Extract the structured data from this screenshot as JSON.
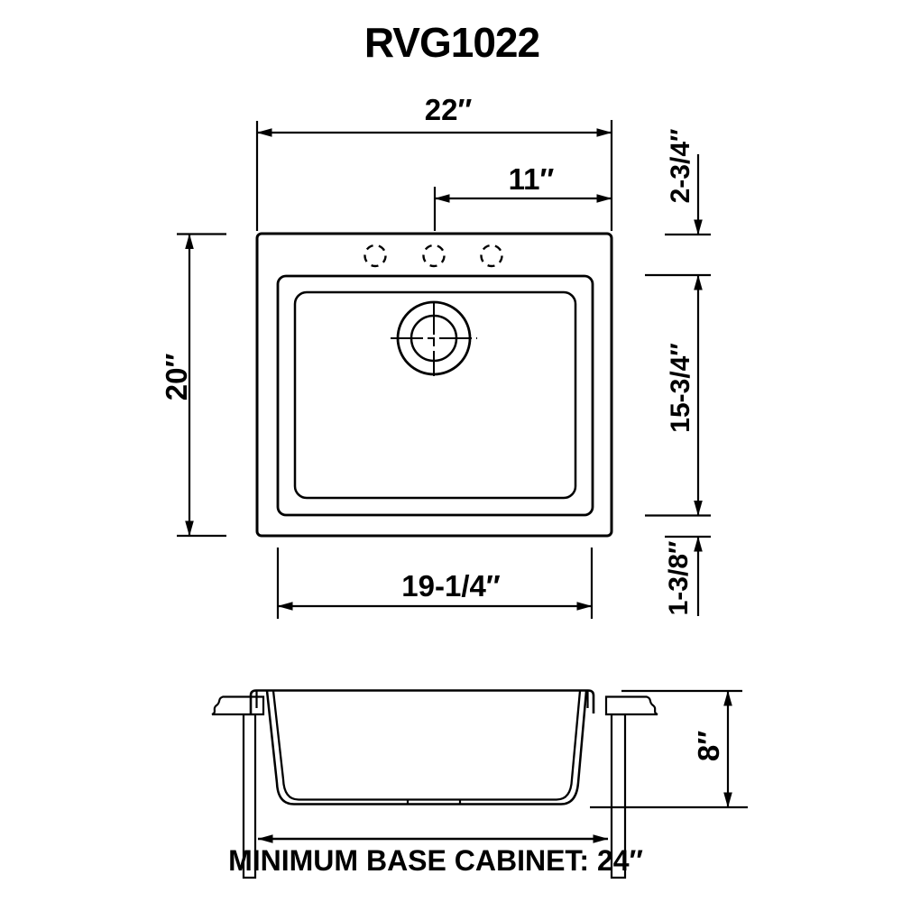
{
  "title": "RVG1022",
  "colors": {
    "line": "#000000",
    "background": "#ffffff"
  },
  "top_view": {
    "description": "sink plan view with 3 faucet holes and centered drain",
    "faucet_hole_count": 3,
    "dims": {
      "overall_width": "22″",
      "faucet_offset": "11″",
      "overall_depth": "20″",
      "rim_to_bowl": "2-3/4″",
      "bowl_depth": "15-3/4″",
      "bowl_to_edge": "1-3/8″",
      "bowl_width": "19-1/4″"
    }
  },
  "side_view": {
    "description": "sink cross-section mounted in countertop over base cabinet",
    "dims": {
      "bowl_height": "8″"
    },
    "cabinet_note": "MINIMUM BASE CABINET: 24″"
  }
}
